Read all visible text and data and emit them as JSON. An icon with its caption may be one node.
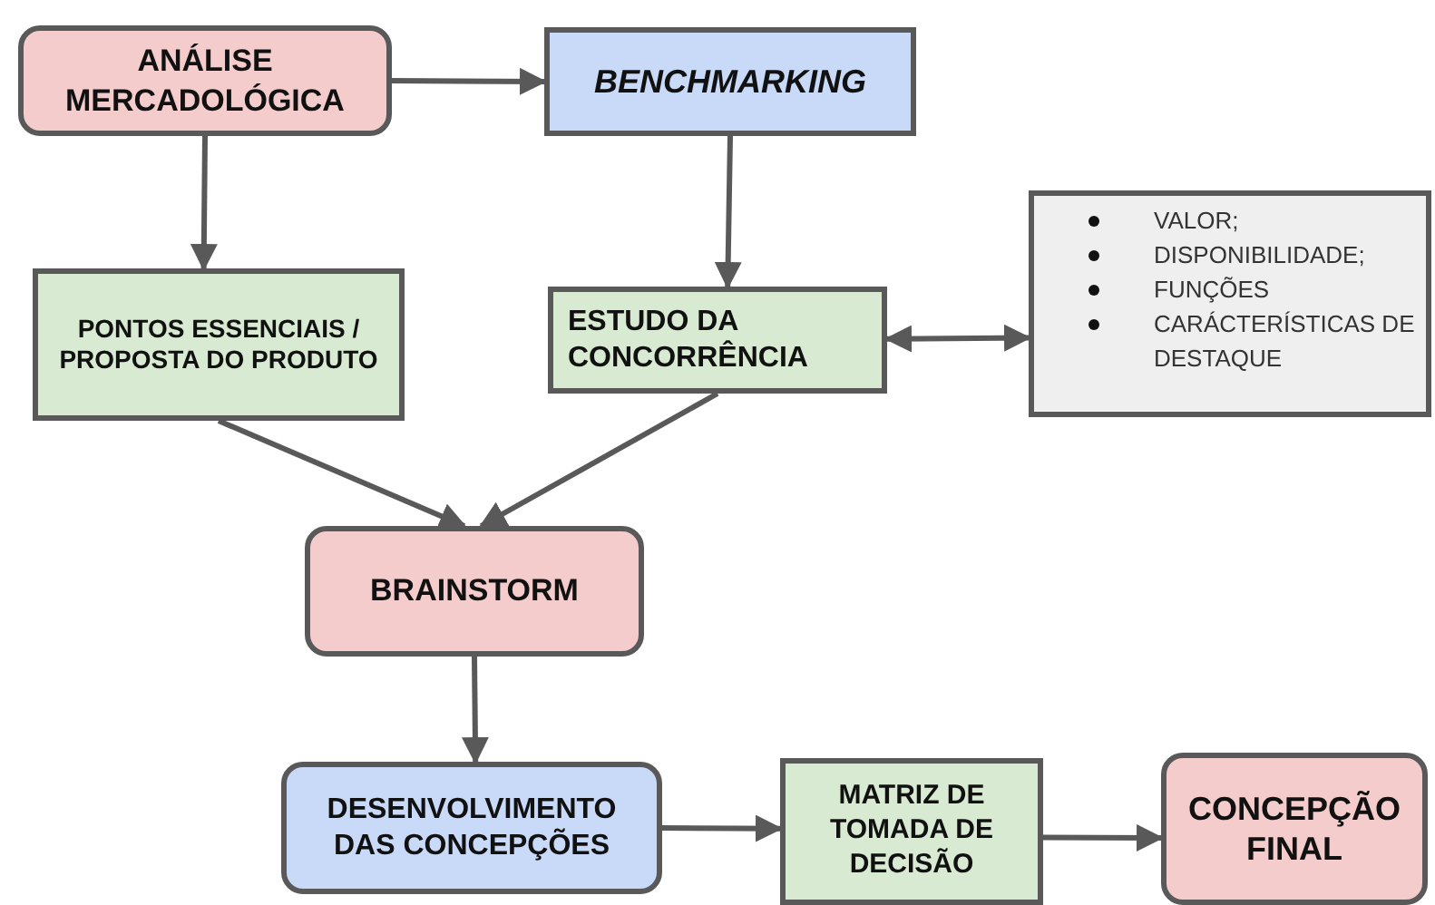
{
  "diagram": {
    "nodes": [
      {
        "text": [
          "ANÁLISE MERCADOLÓGICA"
        ]
      },
      {
        "text": [
          "BENCHMARKING"
        ]
      },
      {
        "text": [
          "PONTOS ESSENCIAIS / PROPOSTA DO PRODUTO"
        ]
      },
      {
        "text": [
          "ESTUDO DA CONCORRÊNCIA"
        ]
      },
      {
        "text": [
          "VALOR;",
          "DISPONIBILIDADE;",
          "FUNÇÕES",
          "CARÁCTERÍSTICAS DE DESTAQUE"
        ]
      },
      {
        "text": [
          "BRAINSTORM"
        ]
      },
      {
        "text": [
          "DESENVOLVIMENTO DAS CONCEPÇÕES"
        ]
      },
      {
        "text": [
          "MATRIZ DE TOMADA DE DECISÃO"
        ]
      },
      {
        "text": [
          "CONCEPÇÃO FINAL"
        ]
      }
    ],
    "edges": [
      {
        "from": 0,
        "to": 1,
        "arrow": "to"
      },
      {
        "from": 0,
        "to": 2,
        "arrow": "to"
      },
      {
        "from": 1,
        "to": 3,
        "arrow": "to"
      },
      {
        "from": 3,
        "to": 4,
        "arrow": "both"
      },
      {
        "from": 2,
        "to": 5,
        "arrow": "to"
      },
      {
        "from": 3,
        "to": 5,
        "arrow": "to"
      },
      {
        "from": 5,
        "to": 6,
        "arrow": "to"
      },
      {
        "from": 6,
        "to": 7,
        "arrow": "to"
      },
      {
        "from": 7,
        "to": 8,
        "arrow": "to"
      }
    ]
  }
}
